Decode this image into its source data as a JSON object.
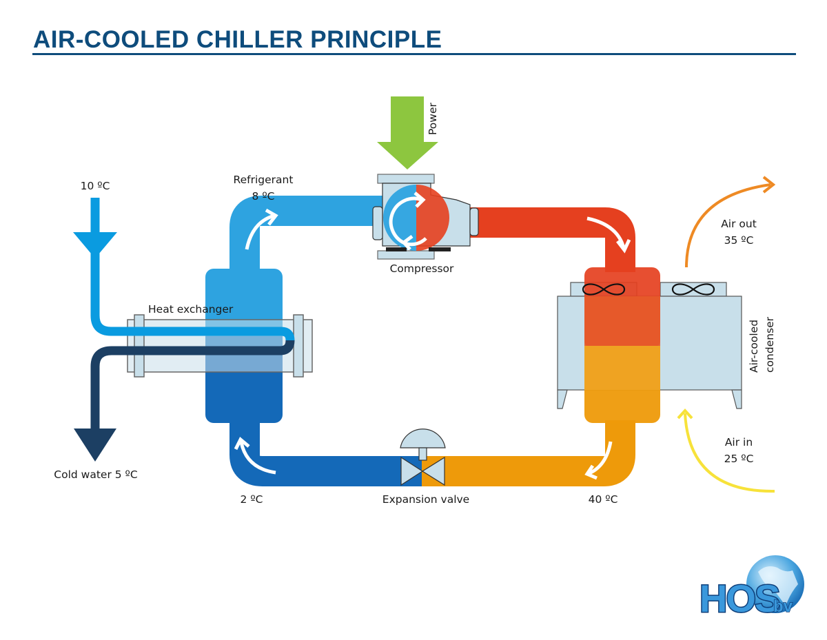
{
  "header": {
    "title": "AIR-COOLED CHILLER PRINCIPLE"
  },
  "diagram": {
    "water_in": {
      "label": "10 ºC"
    },
    "refrigerant": {
      "label": "Refrigerant",
      "temp": "8 ºC"
    },
    "power": {
      "label": "Power"
    },
    "compressor": {
      "label": "Compressor"
    },
    "heat_exchanger": {
      "label": "Heat exchanger"
    },
    "cold_water": {
      "label": "Cold water 5 ºC"
    },
    "low_temp": {
      "label": "2 ºC"
    },
    "expansion_valve": {
      "label": "Expansion valve"
    },
    "high_temp": {
      "label": "40 ºC"
    },
    "air_out": {
      "label": "Air out",
      "temp": "35 ºC"
    },
    "air_in": {
      "label": "Air in",
      "temp": "25 ºC"
    },
    "condenser": {
      "label_line1": "Air-cooled",
      "label_line2": "condenser"
    }
  },
  "colors": {
    "title": "#0e4c7c",
    "refrigerant_cold": "#2ea3e0",
    "refrigerant_cold_dark": "#1469b8",
    "refrigerant_hot": "#e5401f",
    "refrigerant_warm": "#ee9a0a",
    "water_in": "#0a9be0",
    "water_out": "#1c3f63",
    "power": "#8dc63f",
    "air_out": "#ee8a24",
    "air_in": "#f7e23a",
    "equipment": "#c8dfea"
  },
  "logo": {
    "text": "HOS",
    "suffix": "bv"
  }
}
